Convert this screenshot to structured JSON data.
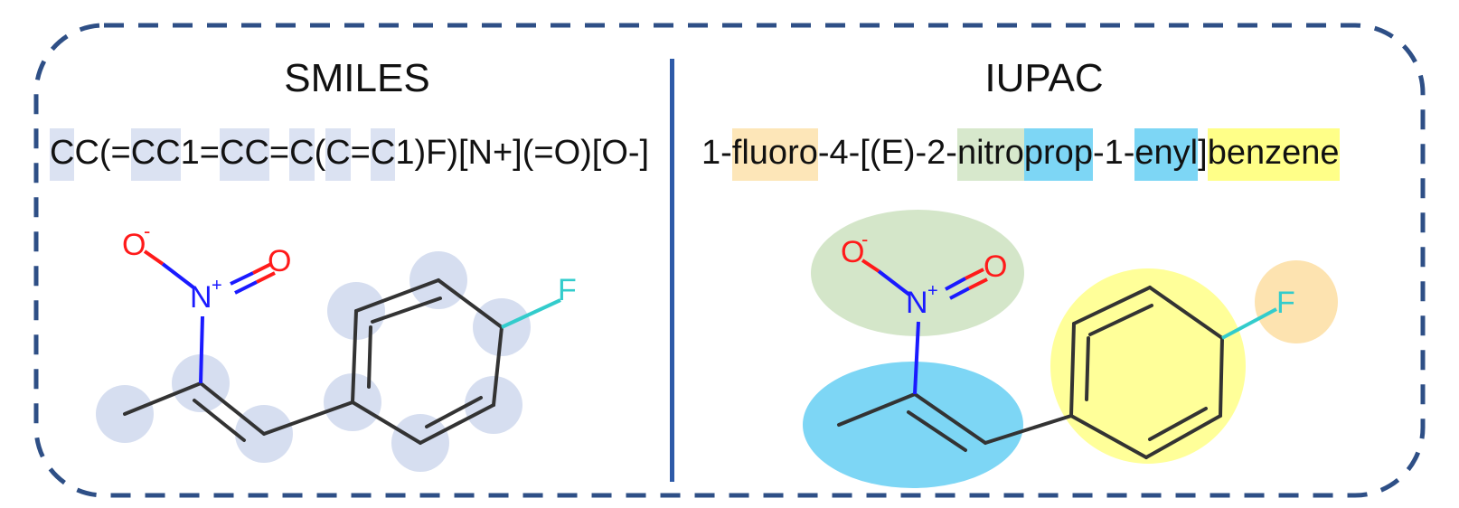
{
  "left_panel": {
    "title": "SMILES",
    "tokens": [
      {
        "text": "C",
        "hl": "#dbe2f2"
      },
      {
        "text": "C",
        "hl": null
      },
      {
        "text": "(=",
        "hl": null
      },
      {
        "text": "C",
        "hl": "#dbe2f2"
      },
      {
        "text": "C",
        "hl": "#dbe2f2"
      },
      {
        "text": "1=",
        "hl": null
      },
      {
        "text": "C",
        "hl": "#dbe2f2"
      },
      {
        "text": "C",
        "hl": "#dbe2f2"
      },
      {
        "text": "=",
        "hl": null
      },
      {
        "text": "C",
        "hl": "#dbe2f2"
      },
      {
        "text": "(",
        "hl": null
      },
      {
        "text": "C",
        "hl": "#dbe2f2"
      },
      {
        "text": "=",
        "hl": null
      },
      {
        "text": "C",
        "hl": "#dbe2f2"
      },
      {
        "text": "1)F)[N+](=O)[O-]",
        "hl": null
      }
    ],
    "atom_labels": {
      "o_minus": "O",
      "minus": "-",
      "n_plus": "N",
      "plus": "+",
      "o": "O",
      "f": "F"
    }
  },
  "right_panel": {
    "title": "IUPAC",
    "tokens": [
      {
        "text": "1-",
        "hl": null
      },
      {
        "text": "fluoro",
        "hl": "#fde6b8"
      },
      {
        "text": "-4-[(E)-2-",
        "hl": null
      },
      {
        "text": "nitro",
        "hl": "#d7e8cc"
      },
      {
        "text": "prop",
        "hl": "#7dd6f5"
      },
      {
        "text": "-1-",
        "hl": null
      },
      {
        "text": "enyl",
        "hl": "#7dd6f5"
      },
      {
        "text": "]",
        "hl": null
      },
      {
        "text": "benzene",
        "hl": "#ffff88"
      }
    ],
    "atom_labels": {
      "o_minus": "O",
      "minus": "-",
      "n_plus": "N",
      "plus": "+",
      "o": "O",
      "f": "F"
    }
  },
  "colors": {
    "frame": "#2e4f86",
    "divider": "#2e5aa8",
    "atom_highlight": "#d6def0",
    "fluoro": "#fde3b0",
    "nitro": "#d4e6c9",
    "propenyl": "#7dd6f5",
    "benzene": "#ffff99",
    "oxygen": "#ff1a1a",
    "nitrogen": "#1a1aff",
    "fluorine": "#33cccc"
  }
}
